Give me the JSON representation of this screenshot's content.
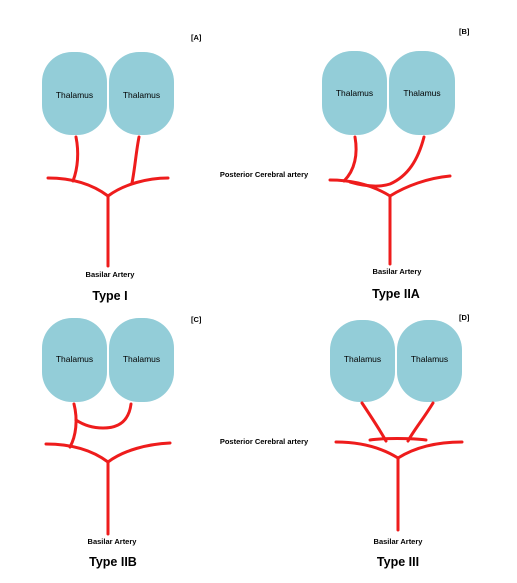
{
  "colors": {
    "thalamus": "#93cdd8",
    "artery": "#ee1c1c",
    "text": "#000000"
  },
  "labels": {
    "thalamus": "Thalamus",
    "posterior_cerebral_artery": "Posterior Cerebral artery",
    "basilar_artery": "Basilar Artery"
  },
  "panels": {
    "A": {
      "tag": "[A]",
      "type": "Type I"
    },
    "B": {
      "tag": "[B]",
      "type": "Type IIA"
    },
    "C": {
      "tag": "[C]",
      "type": "Type IIB"
    },
    "D": {
      "tag": "[D]",
      "type": "Type III"
    }
  }
}
